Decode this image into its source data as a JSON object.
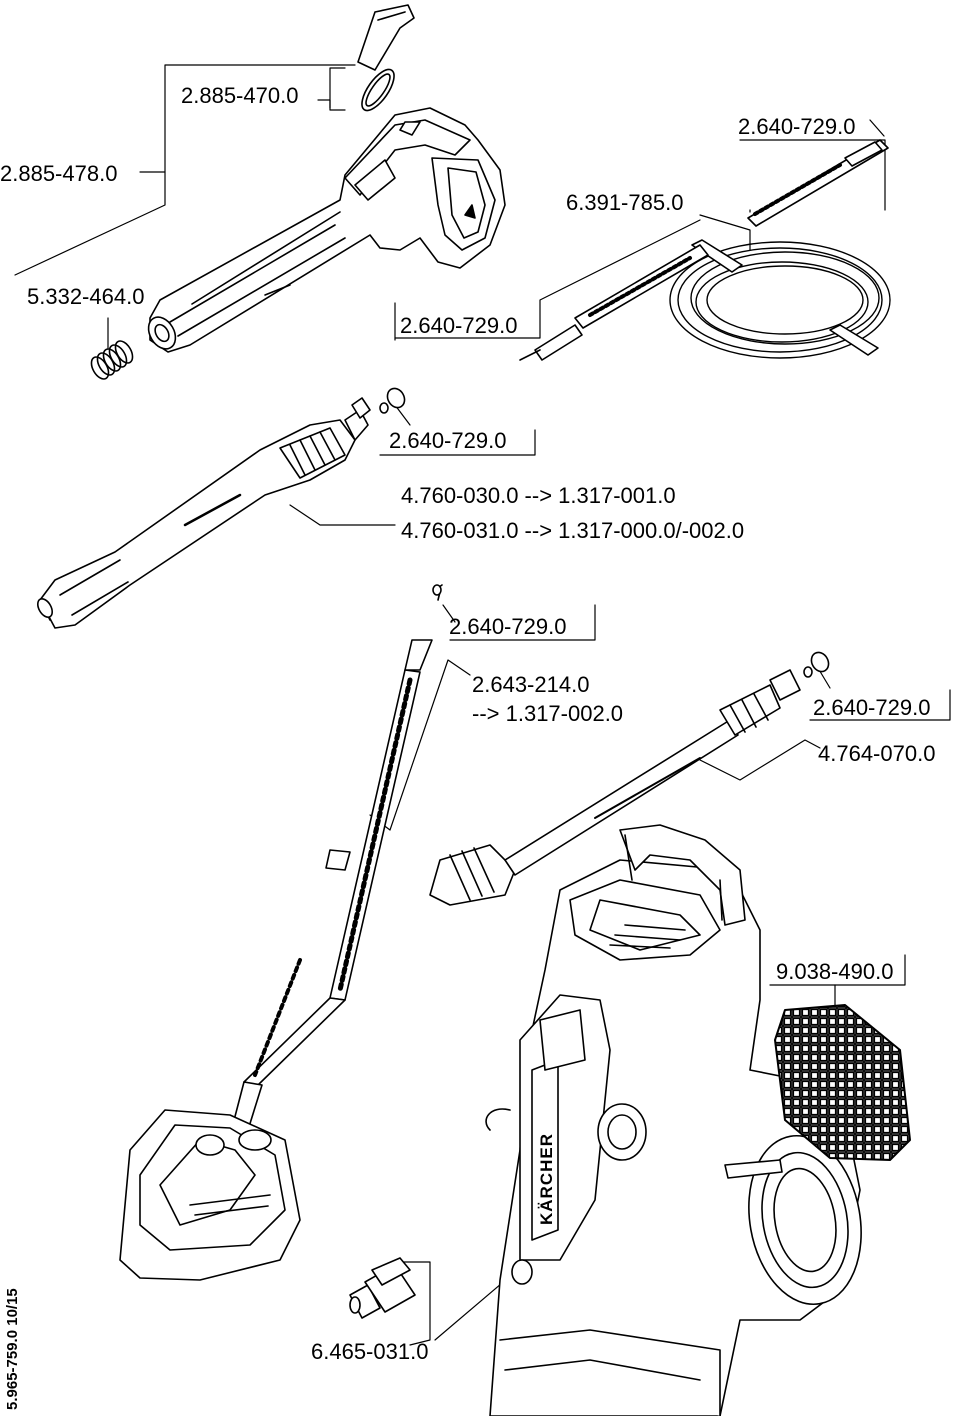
{
  "labels": {
    "p2885470": "2.885-470.0",
    "p2885478": "2.885-478.0",
    "p5332464": "5.332-464.0",
    "p2640729_top_right": "2.640-729.0",
    "p6391785": "6.391-785.0",
    "p2640729_hose": "2.640-729.0",
    "p2640729_lance": "2.640-729.0",
    "lance_line1": "4.760-030.0 --> 1.317-001.0",
    "lance_line2": "4.760-031.0 --> 1.317-000.0/-002.0",
    "p2640729_brush": "2.640-729.0",
    "brush_line1": "2.643-214.0",
    "brush_line2": "--> 1.317-002.0",
    "p2640729_nozzle": "2.640-729.0",
    "p4764070": "4.764-070.0",
    "p9038490": "9.038-490.0",
    "p6465031": "6.465-031.0"
  },
  "brand": "KÄRCHER",
  "doc_code": "5.965-759.0  10/15"
}
